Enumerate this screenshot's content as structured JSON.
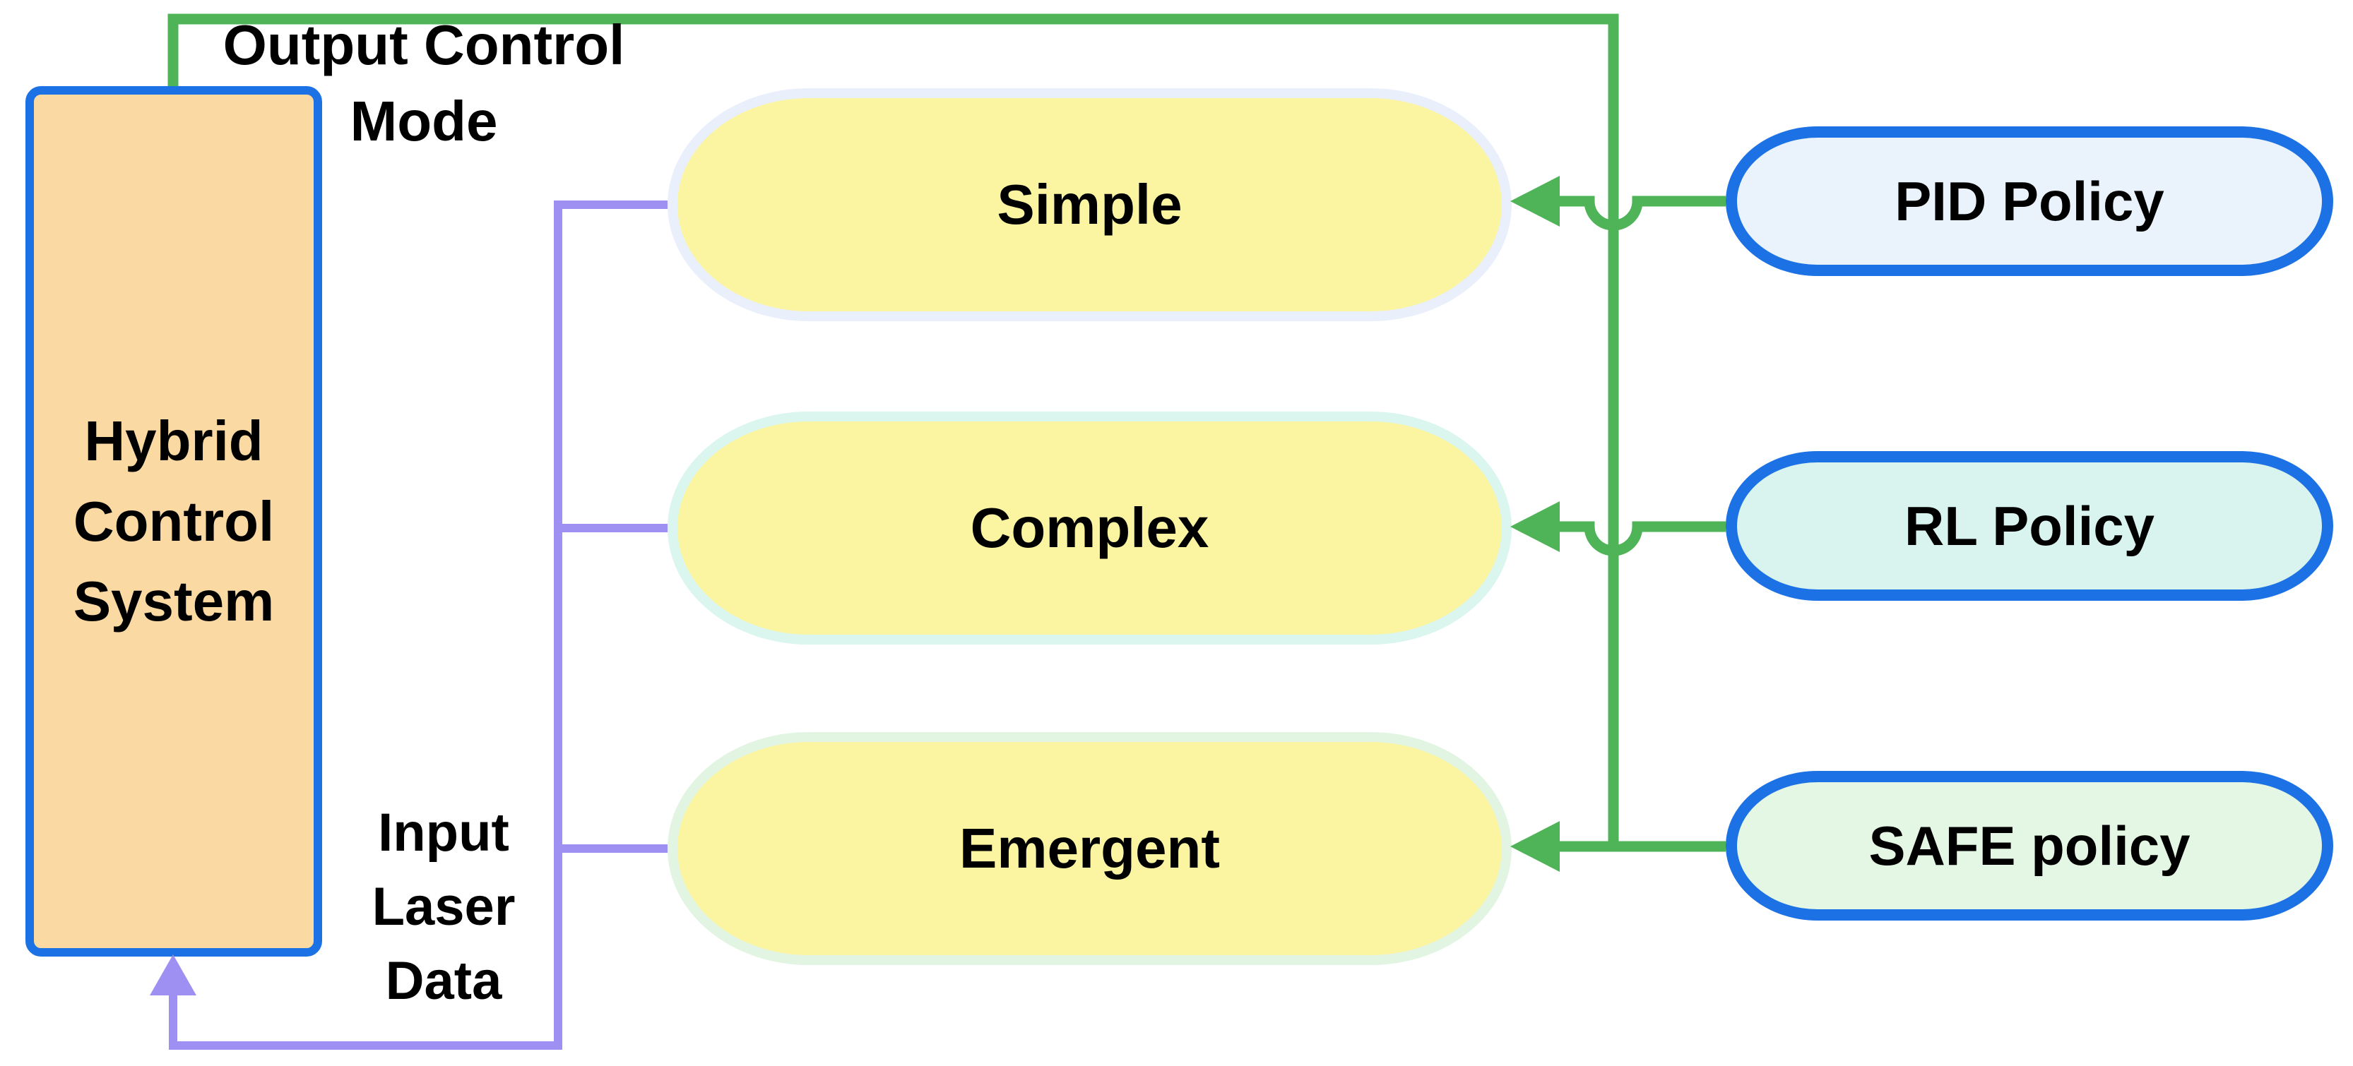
{
  "diagram": {
    "title_note": "Hybrid control system mode-selection diagram",
    "main_node": {
      "label_lines": [
        "Hybrid",
        "Control",
        "System"
      ]
    },
    "mode_nodes": [
      {
        "label": "Simple"
      },
      {
        "label": "Complex"
      },
      {
        "label": "Emergent"
      }
    ],
    "policy_nodes": [
      {
        "label": "PID Policy"
      },
      {
        "label": "RL Policy"
      },
      {
        "label": "SAFE policy"
      }
    ],
    "labels": {
      "output": {
        "lines": [
          "Output Control",
          "Mode"
        ]
      },
      "input": {
        "lines": [
          "Input",
          "Laser",
          "Data"
        ]
      }
    },
    "edges": [
      {
        "from": "Hybrid Control System",
        "to": "policy bus",
        "label": "Output Control Mode",
        "color_name": "green"
      },
      {
        "from": "PID Policy",
        "to": "Simple",
        "label": "",
        "color_name": "green"
      },
      {
        "from": "RL Policy",
        "to": "Complex",
        "label": "",
        "color_name": "green"
      },
      {
        "from": "SAFE policy",
        "to": "Emergent",
        "label": "",
        "color_name": "green"
      },
      {
        "from": "Simple / Complex / Emergent",
        "to": "Hybrid Control System",
        "label": "Input Laser Data",
        "color_name": "purple"
      }
    ],
    "colors": {
      "connector_green": "#4FB457",
      "connector_purple": "#9D90F2",
      "node_border_blue": "#1C72E4",
      "hybrid_fill": "#FBD9A2",
      "mode_fill": "#FBF5A1",
      "mode_border_simple": "#E9EFFB",
      "mode_border_complex": "#DBF5EF",
      "mode_border_emergent": "#E2F4E2",
      "policy_fill_pid": "#EAF2FC",
      "policy_fill_rl": "#D9F3EE",
      "policy_fill_safe": "#E4F6E4",
      "text": "#000000",
      "background": "#FFFFFF"
    }
  }
}
